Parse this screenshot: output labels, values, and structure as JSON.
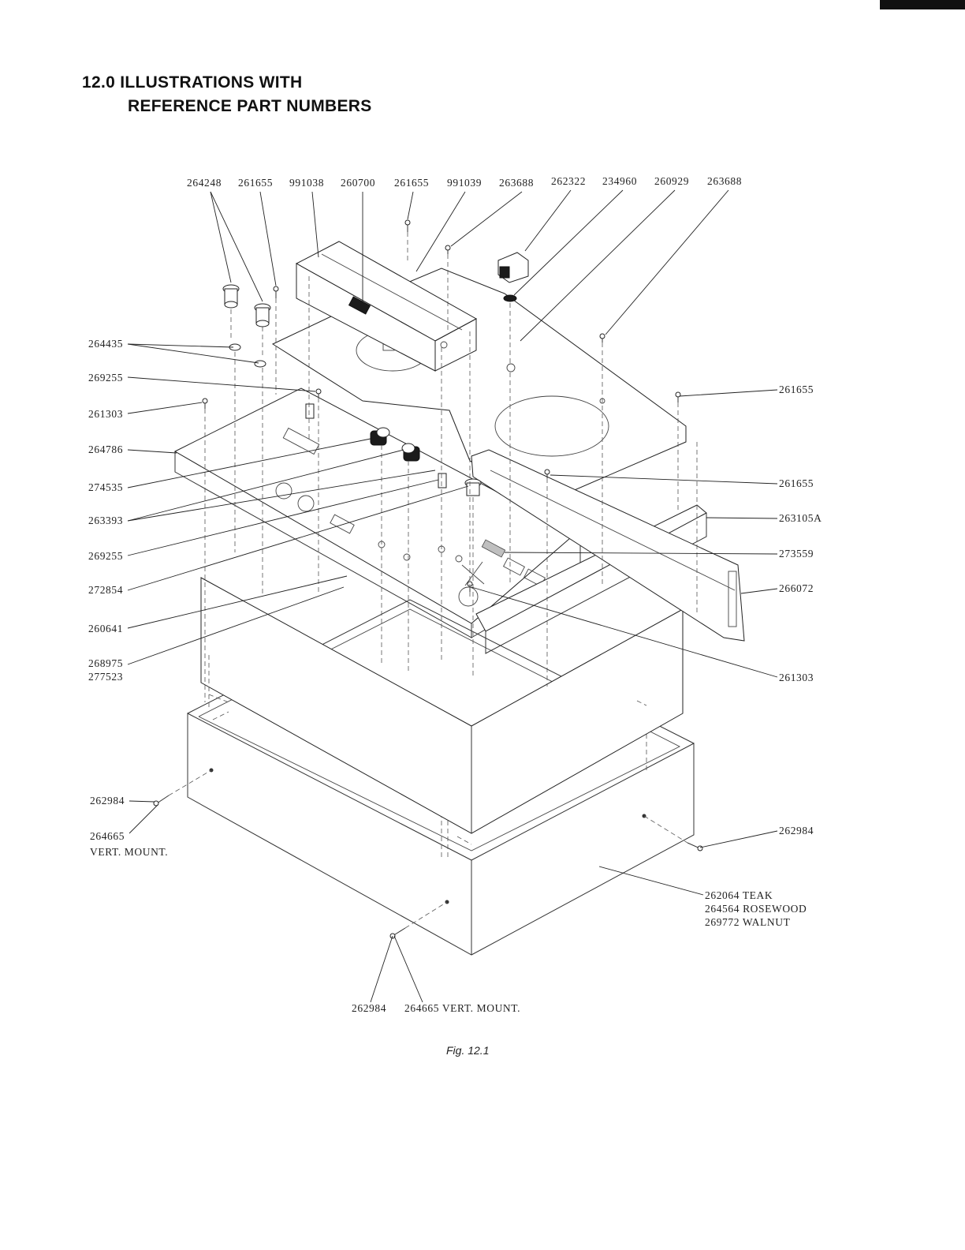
{
  "page": {
    "section_title_line1": "12.0 ILLUSTRATIONS WITH",
    "section_title_line2": "REFERENCE PART NUMBERS",
    "figure_caption": "Fig. 12.1"
  },
  "callouts": {
    "top": [
      "264248",
      "261655",
      "991038",
      "260700",
      "261655",
      "991039",
      "263688",
      "262322",
      "234960",
      "260929",
      "263688"
    ],
    "left": [
      "264435",
      "269255",
      "261303",
      "264786",
      "274535",
      "263393",
      "269255",
      "272854",
      "260641",
      "268975",
      "277523"
    ],
    "right": [
      "261655",
      "261655",
      "263105A",
      "273559",
      "266072",
      "261303"
    ],
    "bottom_left": [
      "262984",
      "264665",
      "VERT. MOUNT."
    ],
    "bottom_right": [
      "262984",
      "262064 TEAK",
      "264564 ROSEWOOD",
      "269772 WALNUT"
    ],
    "bottom": [
      "262984",
      "264665 VERT. MOUNT."
    ]
  },
  "colors": {
    "ink": "#222222",
    "paper": "#ffffff"
  }
}
